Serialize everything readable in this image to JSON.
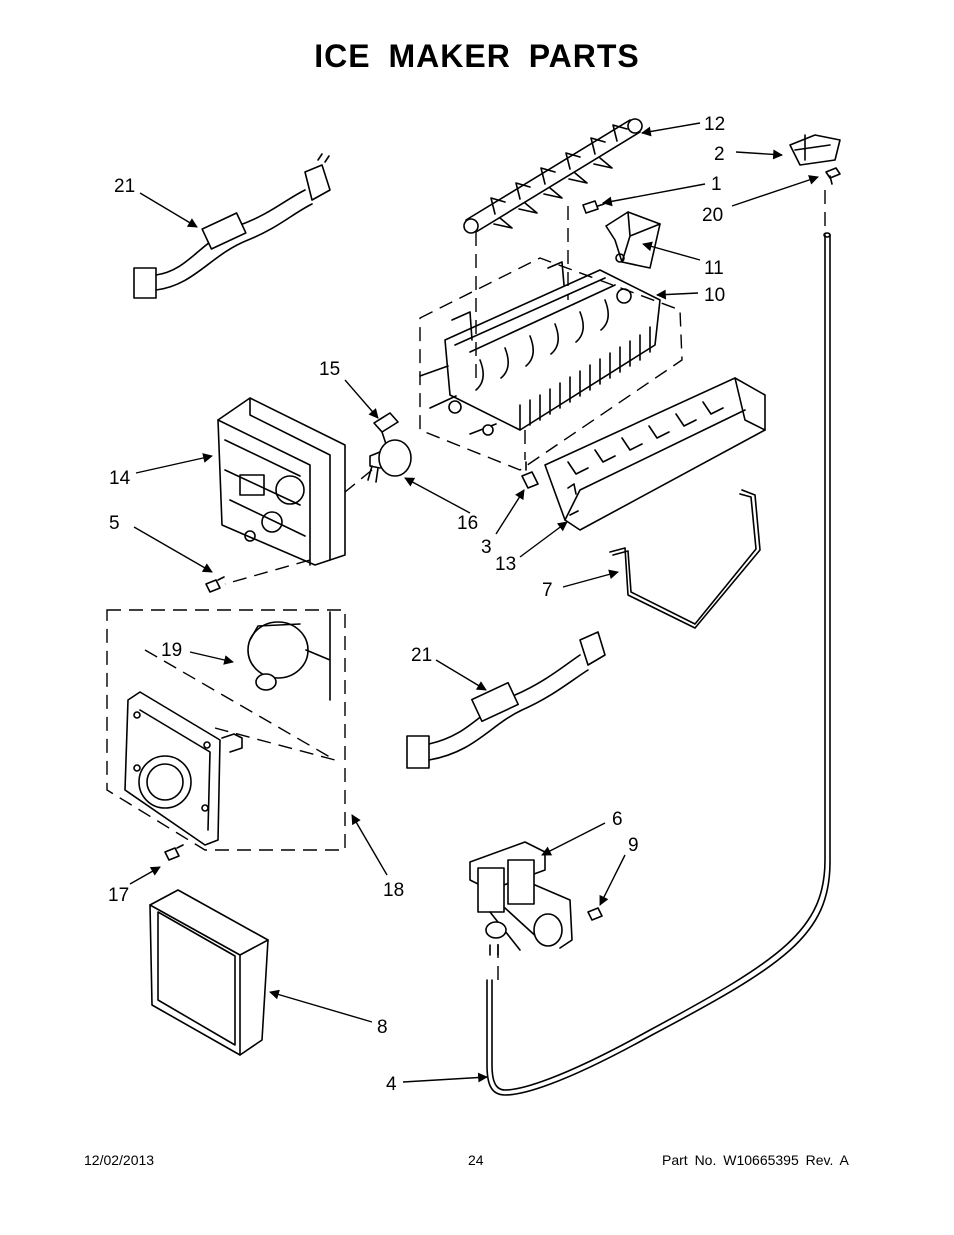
{
  "title": "ICE MAKER PARTS",
  "footer": {
    "date": "12/02/2013",
    "page": "24",
    "part_no": "Part No.  W10665395  Rev.  A"
  },
  "callouts": [
    {
      "id": "c12",
      "label": "12"
    },
    {
      "id": "c2",
      "label": "2"
    },
    {
      "id": "c1",
      "label": "1"
    },
    {
      "id": "c20",
      "label": "20"
    },
    {
      "id": "c21a",
      "label": "21"
    },
    {
      "id": "c11",
      "label": "11"
    },
    {
      "id": "c10",
      "label": "10"
    },
    {
      "id": "c15",
      "label": "15"
    },
    {
      "id": "c14",
      "label": "14"
    },
    {
      "id": "c5",
      "label": "5"
    },
    {
      "id": "c16",
      "label": "16"
    },
    {
      "id": "c3",
      "label": "3"
    },
    {
      "id": "c13",
      "label": "13"
    },
    {
      "id": "c7",
      "label": "7"
    },
    {
      "id": "c19",
      "label": "19"
    },
    {
      "id": "c21b",
      "label": "21"
    },
    {
      "id": "c6",
      "label": "6"
    },
    {
      "id": "c9",
      "label": "9"
    },
    {
      "id": "c17",
      "label": "17"
    },
    {
      "id": "c18",
      "label": "18"
    },
    {
      "id": "c8",
      "label": "8"
    },
    {
      "id": "c4",
      "label": "4"
    }
  ]
}
